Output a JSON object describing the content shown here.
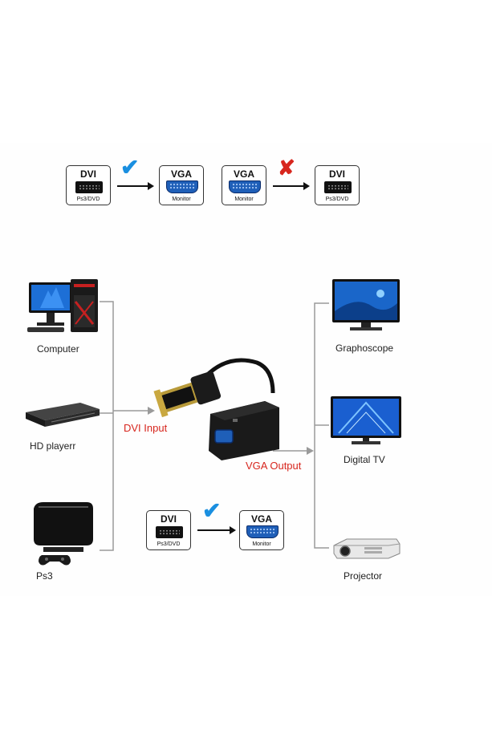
{
  "top_row": {
    "pair1": {
      "source": {
        "title": "DVI",
        "sub": "Ps3/DVD"
      },
      "target": {
        "title": "VGA",
        "sub": "Monitor"
      },
      "status": "supported"
    },
    "pair2": {
      "source": {
        "title": "VGA",
        "sub": "Monitor"
      },
      "target": {
        "title": "DVI",
        "sub": "Ps3/DVD"
      },
      "status": "not-supported"
    }
  },
  "sources": [
    {
      "label": "Computer",
      "icon": "computer-icon"
    },
    {
      "label": "HD playerr",
      "icon": "hd-player-icon"
    },
    {
      "label": "Ps3",
      "icon": "ps3-console-icon"
    }
  ],
  "outputs": [
    {
      "label": "Graphoscope",
      "icon": "monitor-icon"
    },
    {
      "label": "Digital  TV",
      "icon": "tv-icon"
    },
    {
      "label": "Projector",
      "icon": "projector-icon"
    }
  ],
  "adapter": {
    "input_label": "DVI Input",
    "output_label": "VGA Output"
  },
  "bottom_pair": {
    "source": {
      "title": "DVI",
      "sub": "Ps3/DVD"
    },
    "target": {
      "title": "VGA",
      "sub": "Monitor"
    },
    "status": "supported"
  },
  "colors": {
    "check": "#1a8fe0",
    "cross": "#d7261e",
    "accent_red": "#d7261e",
    "vga_blue": "#1f5fb8",
    "line": "#9a9a9a"
  }
}
